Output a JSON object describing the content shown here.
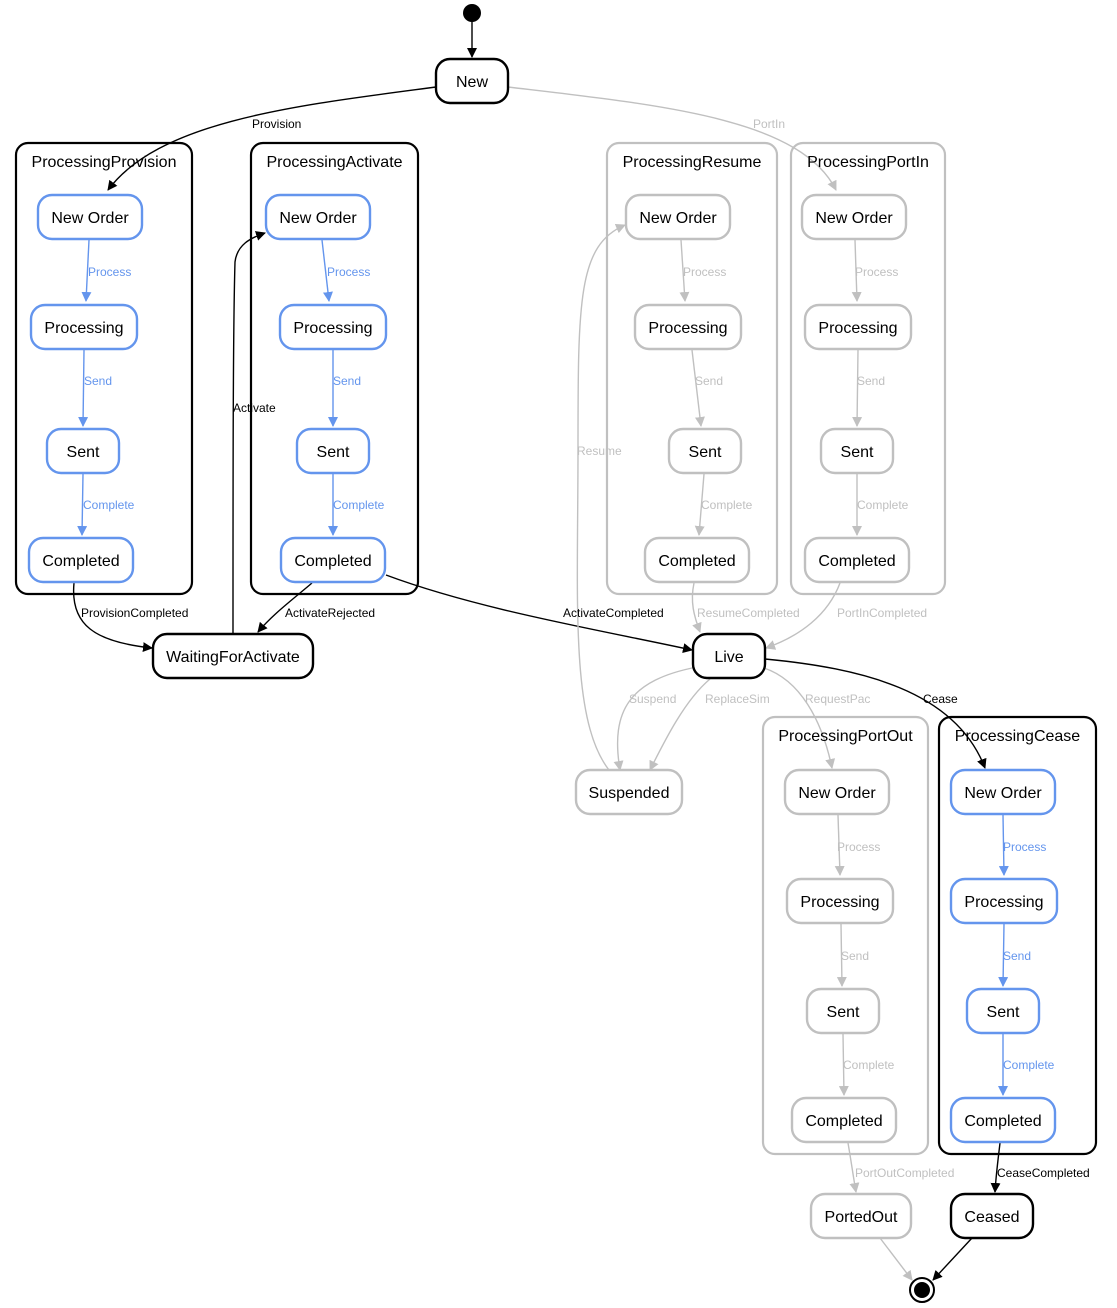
{
  "colors": {
    "active": "#000000",
    "inactive": "#c0c0c0",
    "inner": "#6495ed"
  },
  "clusters": [
    {
      "id": "processing-provision",
      "label": "ProcessingProvision",
      "style": "active"
    },
    {
      "id": "processing-activate",
      "label": "ProcessingActivate",
      "style": "active"
    },
    {
      "id": "processing-resume",
      "label": "ProcessingResume",
      "style": "inactive"
    },
    {
      "id": "processing-port-in",
      "label": "ProcessingPortIn",
      "style": "inactive"
    },
    {
      "id": "processing-port-out",
      "label": "ProcessingPortOut",
      "style": "inactive"
    },
    {
      "id": "processing-cease",
      "label": "ProcessingCease",
      "style": "active"
    }
  ],
  "nodes": [
    {
      "id": "new",
      "label": "New",
      "style": "active"
    },
    {
      "id": "waiting-for-activate",
      "label": "WaitingForActivate",
      "style": "active"
    },
    {
      "id": "live",
      "label": "Live",
      "style": "active"
    },
    {
      "id": "suspended",
      "label": "Suspended",
      "style": "inactive"
    },
    {
      "id": "ported-out",
      "label": "PortedOut",
      "style": "inactive"
    },
    {
      "id": "ceased",
      "label": "Ceased",
      "style": "active"
    },
    {
      "id": "prov-new-order",
      "label": "New Order",
      "style": "inner"
    },
    {
      "id": "prov-processing",
      "label": "Processing",
      "style": "inner"
    },
    {
      "id": "prov-sent",
      "label": "Sent",
      "style": "inner"
    },
    {
      "id": "prov-completed",
      "label": "Completed",
      "style": "inner"
    },
    {
      "id": "act-new-order",
      "label": "New Order",
      "style": "inner"
    },
    {
      "id": "act-processing",
      "label": "Processing",
      "style": "inner"
    },
    {
      "id": "act-sent",
      "label": "Sent",
      "style": "inner"
    },
    {
      "id": "act-completed",
      "label": "Completed",
      "style": "inner"
    },
    {
      "id": "res-new-order",
      "label": "New Order",
      "style": "inactive"
    },
    {
      "id": "res-processing",
      "label": "Processing",
      "style": "inactive"
    },
    {
      "id": "res-sent",
      "label": "Sent",
      "style": "inactive"
    },
    {
      "id": "res-completed",
      "label": "Completed",
      "style": "inactive"
    },
    {
      "id": "pin-new-order",
      "label": "New Order",
      "style": "inactive"
    },
    {
      "id": "pin-processing",
      "label": "Processing",
      "style": "inactive"
    },
    {
      "id": "pin-sent",
      "label": "Sent",
      "style": "inactive"
    },
    {
      "id": "pin-completed",
      "label": "Completed",
      "style": "inactive"
    },
    {
      "id": "pout-new-order",
      "label": "New Order",
      "style": "inactive"
    },
    {
      "id": "pout-processing",
      "label": "Processing",
      "style": "inactive"
    },
    {
      "id": "pout-sent",
      "label": "Sent",
      "style": "inactive"
    },
    {
      "id": "pout-completed",
      "label": "Completed",
      "style": "inactive"
    },
    {
      "id": "cease-new-order",
      "label": "New Order",
      "style": "inner"
    },
    {
      "id": "cease-processing",
      "label": "Processing",
      "style": "inner"
    },
    {
      "id": "cease-sent",
      "label": "Sent",
      "style": "inner"
    },
    {
      "id": "cease-completed",
      "label": "Completed",
      "style": "inner"
    }
  ],
  "edges": [
    {
      "id": "e-start-new",
      "from": "start",
      "to": "new",
      "label": "",
      "style": "active"
    },
    {
      "id": "e-provision",
      "from": "new",
      "to": "prov-new-order",
      "label": "Provision",
      "style": "active"
    },
    {
      "id": "e-port-in",
      "from": "new",
      "to": "pin-new-order",
      "label": "PortIn",
      "style": "inactive"
    },
    {
      "id": "e-prov-process",
      "from": "prov-new-order",
      "to": "prov-processing",
      "label": "Process",
      "style": "inner"
    },
    {
      "id": "e-prov-send",
      "from": "prov-processing",
      "to": "prov-sent",
      "label": "Send",
      "style": "inner"
    },
    {
      "id": "e-prov-complete",
      "from": "prov-sent",
      "to": "prov-completed",
      "label": "Complete",
      "style": "inner"
    },
    {
      "id": "e-act-process",
      "from": "act-new-order",
      "to": "act-processing",
      "label": "Process",
      "style": "inner"
    },
    {
      "id": "e-act-send",
      "from": "act-processing",
      "to": "act-sent",
      "label": "Send",
      "style": "inner"
    },
    {
      "id": "e-act-complete",
      "from": "act-sent",
      "to": "act-completed",
      "label": "Complete",
      "style": "inner"
    },
    {
      "id": "e-res-process",
      "from": "res-new-order",
      "to": "res-processing",
      "label": "Process",
      "style": "inactive"
    },
    {
      "id": "e-res-send",
      "from": "res-processing",
      "to": "res-sent",
      "label": "Send",
      "style": "inactive"
    },
    {
      "id": "e-res-complete",
      "from": "res-sent",
      "to": "res-completed",
      "label": "Complete",
      "style": "inactive"
    },
    {
      "id": "e-pin-process",
      "from": "pin-new-order",
      "to": "pin-processing",
      "label": "Process",
      "style": "inactive"
    },
    {
      "id": "e-pin-send",
      "from": "pin-processing",
      "to": "pin-sent",
      "label": "Send",
      "style": "inactive"
    },
    {
      "id": "e-pin-complete",
      "from": "pin-sent",
      "to": "pin-completed",
      "label": "Complete",
      "style": "inactive"
    },
    {
      "id": "e-pout-process",
      "from": "pout-new-order",
      "to": "pout-processing",
      "label": "Process",
      "style": "inactive"
    },
    {
      "id": "e-pout-send",
      "from": "pout-processing",
      "to": "pout-sent",
      "label": "Send",
      "style": "inactive"
    },
    {
      "id": "e-pout-complete",
      "from": "pout-sent",
      "to": "pout-completed",
      "label": "Complete",
      "style": "inactive"
    },
    {
      "id": "e-cease-process",
      "from": "cease-new-order",
      "to": "cease-processing",
      "label": "Process",
      "style": "inner"
    },
    {
      "id": "e-cease-send",
      "from": "cease-processing",
      "to": "cease-sent",
      "label": "Send",
      "style": "inner"
    },
    {
      "id": "e-cease-complete",
      "from": "cease-sent",
      "to": "cease-completed",
      "label": "Complete",
      "style": "inner"
    },
    {
      "id": "e-provision-completed",
      "from": "prov-completed",
      "to": "waiting-for-activate",
      "label": "ProvisionCompleted",
      "style": "active"
    },
    {
      "id": "e-activate",
      "from": "waiting-for-activate",
      "to": "act-new-order",
      "label": "Activate",
      "style": "active"
    },
    {
      "id": "e-activate-rejected",
      "from": "act-completed",
      "to": "waiting-for-activate",
      "label": "ActivateRejected",
      "style": "active"
    },
    {
      "id": "e-activate-completed",
      "from": "act-completed",
      "to": "live",
      "label": "ActivateCompleted",
      "style": "active"
    },
    {
      "id": "e-resume-completed",
      "from": "res-completed",
      "to": "live",
      "label": "ResumeCompleted",
      "style": "inactive"
    },
    {
      "id": "e-port-in-completed",
      "from": "pin-completed",
      "to": "live",
      "label": "PortInCompleted",
      "style": "inactive"
    },
    {
      "id": "e-resume",
      "from": "suspended",
      "to": "res-new-order",
      "label": "Resume",
      "style": "inactive"
    },
    {
      "id": "e-suspend",
      "from": "live",
      "to": "suspended",
      "label": "Suspend",
      "style": "inactive"
    },
    {
      "id": "e-replace-sim",
      "from": "live",
      "to": "suspended",
      "label": "ReplaceSim",
      "style": "inactive"
    },
    {
      "id": "e-request-pac",
      "from": "live",
      "to": "pout-new-order",
      "label": "RequestPac",
      "style": "inactive"
    },
    {
      "id": "e-cease",
      "from": "live",
      "to": "cease-new-order",
      "label": "Cease",
      "style": "active"
    },
    {
      "id": "e-port-out-completed",
      "from": "pout-completed",
      "to": "ported-out",
      "label": "PortOutCompleted",
      "style": "inactive"
    },
    {
      "id": "e-cease-completed",
      "from": "cease-completed",
      "to": "ceased",
      "label": "CeaseCompleted",
      "style": "active"
    },
    {
      "id": "e-ported-out-end",
      "from": "ported-out",
      "to": "end",
      "label": "",
      "style": "inactive"
    },
    {
      "id": "e-ceased-end",
      "from": "ceased",
      "to": "end",
      "label": "",
      "style": "active"
    }
  ]
}
